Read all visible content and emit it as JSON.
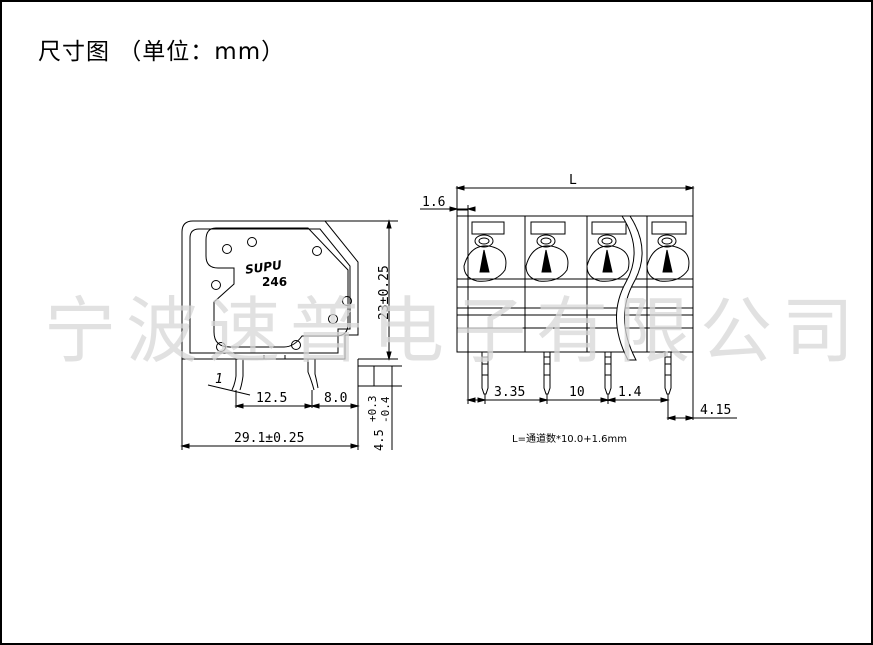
{
  "title": "尺寸图 （单位：mm）",
  "watermark": "宁波速普电子有限公司",
  "side_view": {
    "brand": "SUPU",
    "model": "246",
    "dim_height": "23±0.25",
    "dim_width": "29.1±0.25",
    "dim_pin_pitch": "12.5",
    "dim_pin_offset": "8.0",
    "dim_pin_len": "4.5",
    "dim_pin_tol_plus": "+0.3",
    "dim_pin_tol_minus": "-0.4",
    "dim_pin_dia": "1"
  },
  "front_view": {
    "dim_L": "L",
    "dim_flange": "1.6",
    "dim_offset": "3.35",
    "dim_pitch": "10",
    "dim_pin": "1.4",
    "dim_end": "4.15",
    "formula": "L=通道数*10.0+1.6mm"
  }
}
